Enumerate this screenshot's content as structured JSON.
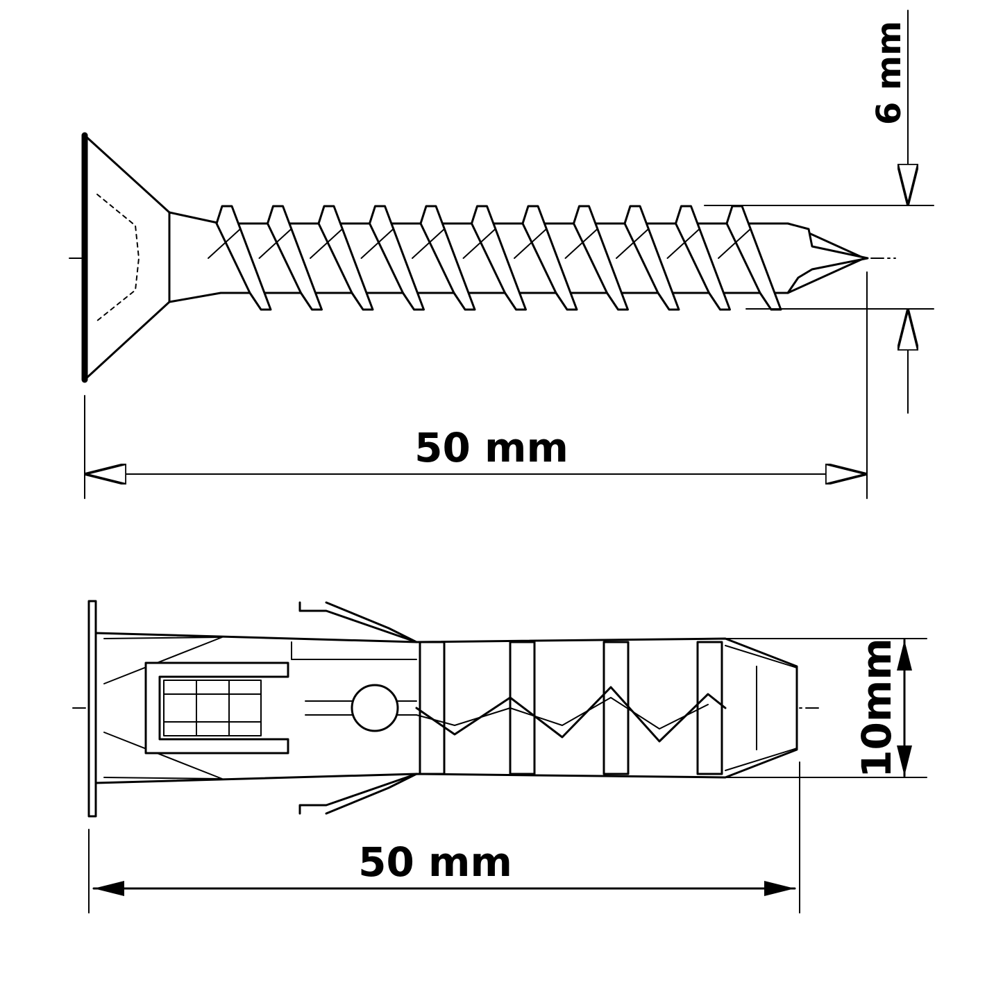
{
  "screw": {
    "length_label": "50 mm",
    "diameter_label": "6 mm"
  },
  "anchor": {
    "length_label": "50 mm",
    "diameter_label": "10mm"
  }
}
